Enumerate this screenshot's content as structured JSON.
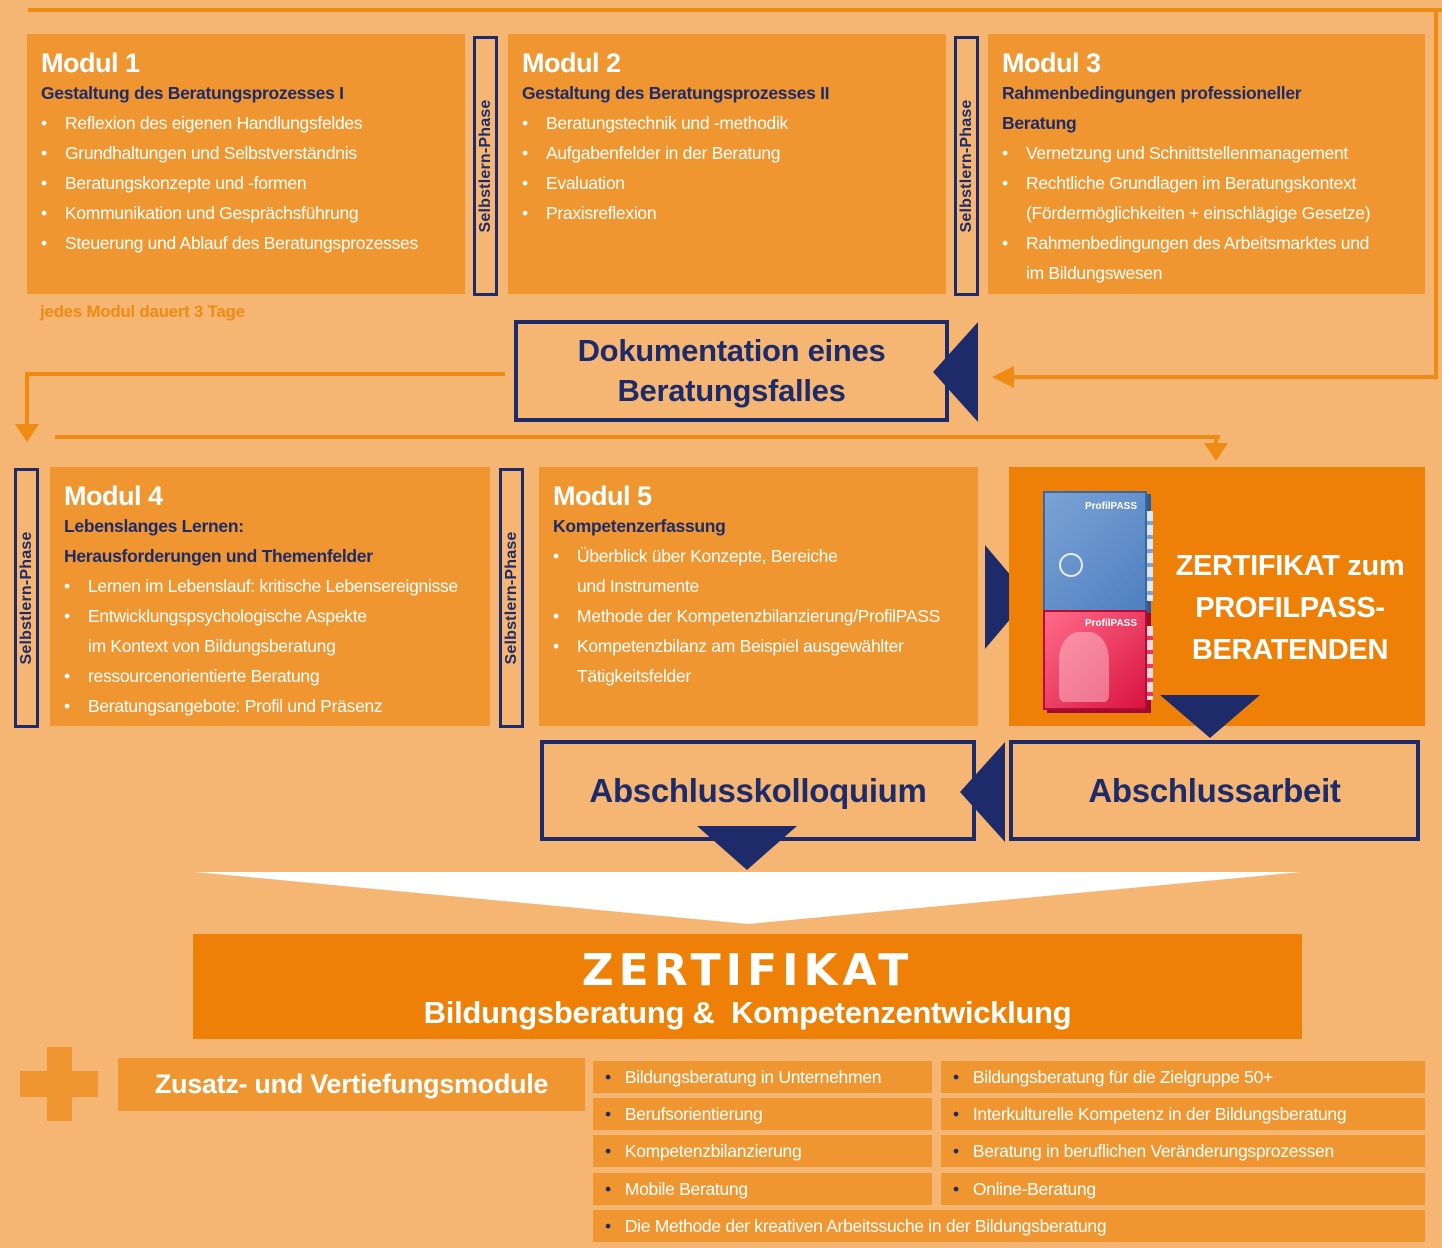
{
  "modules": [
    {
      "title": "Modul 1",
      "subtitle": [
        "Gestaltung des Beratungsprozesses I"
      ],
      "items": [
        [
          "Reflexion des eigenen Handlungsfeldes"
        ],
        [
          "Grundhaltungen und Selbstverständnis"
        ],
        [
          "Beratungskonzepte und -formen"
        ],
        [
          "Kommunikation und Gesprächsführung"
        ],
        [
          "Steuerung und Ablauf des Beratungsprozesses"
        ]
      ]
    },
    {
      "title": "Modul 2",
      "subtitle": [
        "Gestaltung des Beratungsprozesses II"
      ],
      "items": [
        [
          "Beratungstechnik und -methodik"
        ],
        [
          "Aufgabenfelder in der Beratung"
        ],
        [
          "Evaluation"
        ],
        [
          "Praxisreflexion"
        ]
      ]
    },
    {
      "title": "Modul 3",
      "subtitle": [
        "Rahmenbedingungen professioneller",
        "Beratung"
      ],
      "items": [
        [
          "Vernetzung und Schnittstellenmanagement"
        ],
        [
          "Rechtliche Grundlagen im Beratungskontext",
          "(Fördermöglichkeiten + einschlägige Gesetze)"
        ],
        [
          "Rahmenbedingungen des Arbeitsmarktes und",
          "im Bildungswesen"
        ]
      ]
    },
    {
      "title": "Modul 4",
      "subtitle": [
        "Lebenslanges Lernen:",
        "Herausforderungen und Themenfelder"
      ],
      "items": [
        [
          "Lernen im Lebenslauf: kritische Lebensereignisse"
        ],
        [
          "Entwicklungspsychologische Aspekte",
          "im Kontext von Bildungsberatung"
        ],
        [
          "ressourcenorientierte Beratung"
        ],
        [
          "Beratungsangebote: Profil und Präsenz"
        ]
      ]
    },
    {
      "title": "Modul 5",
      "subtitle": [
        "Kompetenzerfassung"
      ],
      "items": [
        [
          "Überblick über Konzepte, Bereiche",
          "und Instrumente"
        ],
        [
          "Methode der Kompetenzbilanzierung/ProfilPASS"
        ],
        [
          "Kompetenzbilanz am Beispiel ausgewählter",
          "Tätigkeitsfelder"
        ]
      ]
    }
  ],
  "phase_label": "Selbstlern-Phase",
  "duration_note": "jedes Modul dauert 3 Tage",
  "dokumentation": [
    "Dokumentation eines",
    "Beratungsfalles"
  ],
  "profilpass_cert": [
    "ZERTIFIKAT zum",
    "PROFILPASS-",
    "BERATENDEN"
  ],
  "profilpass_book_label": "ProfilPASS",
  "abschlussarbeit": "Abschlussarbeit",
  "abschlusskolloquium": "Abschlusskolloquium",
  "final_cert": {
    "title": "ZERTIFIKAT",
    "subtitle": "Bildungsberatung &  Kompetenzentwicklung"
  },
  "zusatz_label": "Zusatz- und Vertiefungsmodule",
  "zusatz_items_left": [
    "Bildungsberatung in Unternehmen",
    "Berufsorientierung",
    "Kompetenzbilanzierung",
    "Mobile Beratung"
  ],
  "zusatz_items_right": [
    "Bildungsberatung für die Zielgruppe 50+",
    "Interkulturelle Kompetenz in der Bildungsberatung",
    "Beratung in beruflichen Veränderungsprozessen",
    "Online-Beratung"
  ],
  "zusatz_item_full": "Die Methode der kreativen Arbeitssuche in der Bildungsberatung",
  "colors": {
    "background": "#f6b673",
    "module": "#ef9630",
    "accent_orange": "#ee8008",
    "navy": "#1d2b6a",
    "white": "#ffffff"
  }
}
